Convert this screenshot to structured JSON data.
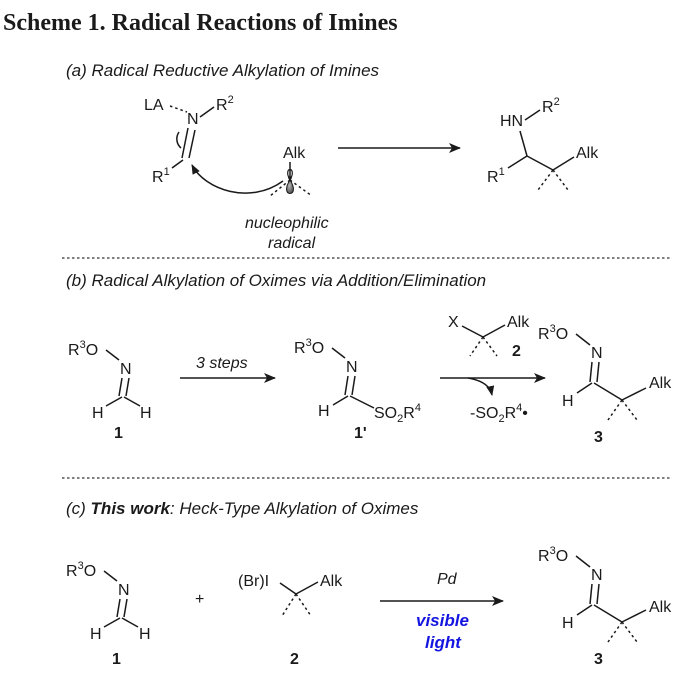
{
  "title": "Scheme 1. Radical Reactions of Imines",
  "section_a": {
    "heading": "(a) Radical Reductive Alkylation of Imines",
    "la": "LA",
    "n": "N",
    "r1": "R",
    "r1_sup": "1",
    "r2": "R",
    "r2_sup": "2",
    "alk": "Alk",
    "radical_label_line1": "nucleophilic",
    "radical_label_line2": "radical",
    "product_hn": "HN",
    "product_r2": "R",
    "product_r2_sup": "2",
    "product_r1": "R",
    "product_r1_sup": "1",
    "product_alk": "Alk"
  },
  "section_b": {
    "heading": "(b) Radical Alkylation of Oximes via Addition/Elimination",
    "r3o": "R",
    "r3o_sup": "3",
    "r3o_tail": "O",
    "n": "N",
    "h": "H",
    "compound1": "1",
    "step_label": "3 steps",
    "compound1p": "1'",
    "so2r4": "SO",
    "so2r4_sub": "2",
    "so2r4_tail": "R",
    "so2r4_sup": "4",
    "reagent_x": "X",
    "reagent_alk": "Alk",
    "compound2": "2",
    "elim": "-SO",
    "elim_sub": "2",
    "elim_tail": "R",
    "elim_sup": "4",
    "elim_dot": "•",
    "product_alk": "Alk",
    "compound3": "3"
  },
  "section_c": {
    "heading_prefix": "(c) ",
    "heading_bold": "This work",
    "heading_rest": ": Heck-Type Alkylation of Oximes",
    "plus": "+",
    "reagent": "(Br)I",
    "reagent_alk": "Alk",
    "compound1": "1",
    "compound2": "2",
    "catalyst": "Pd",
    "condition_line1": "visible",
    "condition_line2": "light",
    "product_alk": "Alk",
    "compound3": "3"
  }
}
